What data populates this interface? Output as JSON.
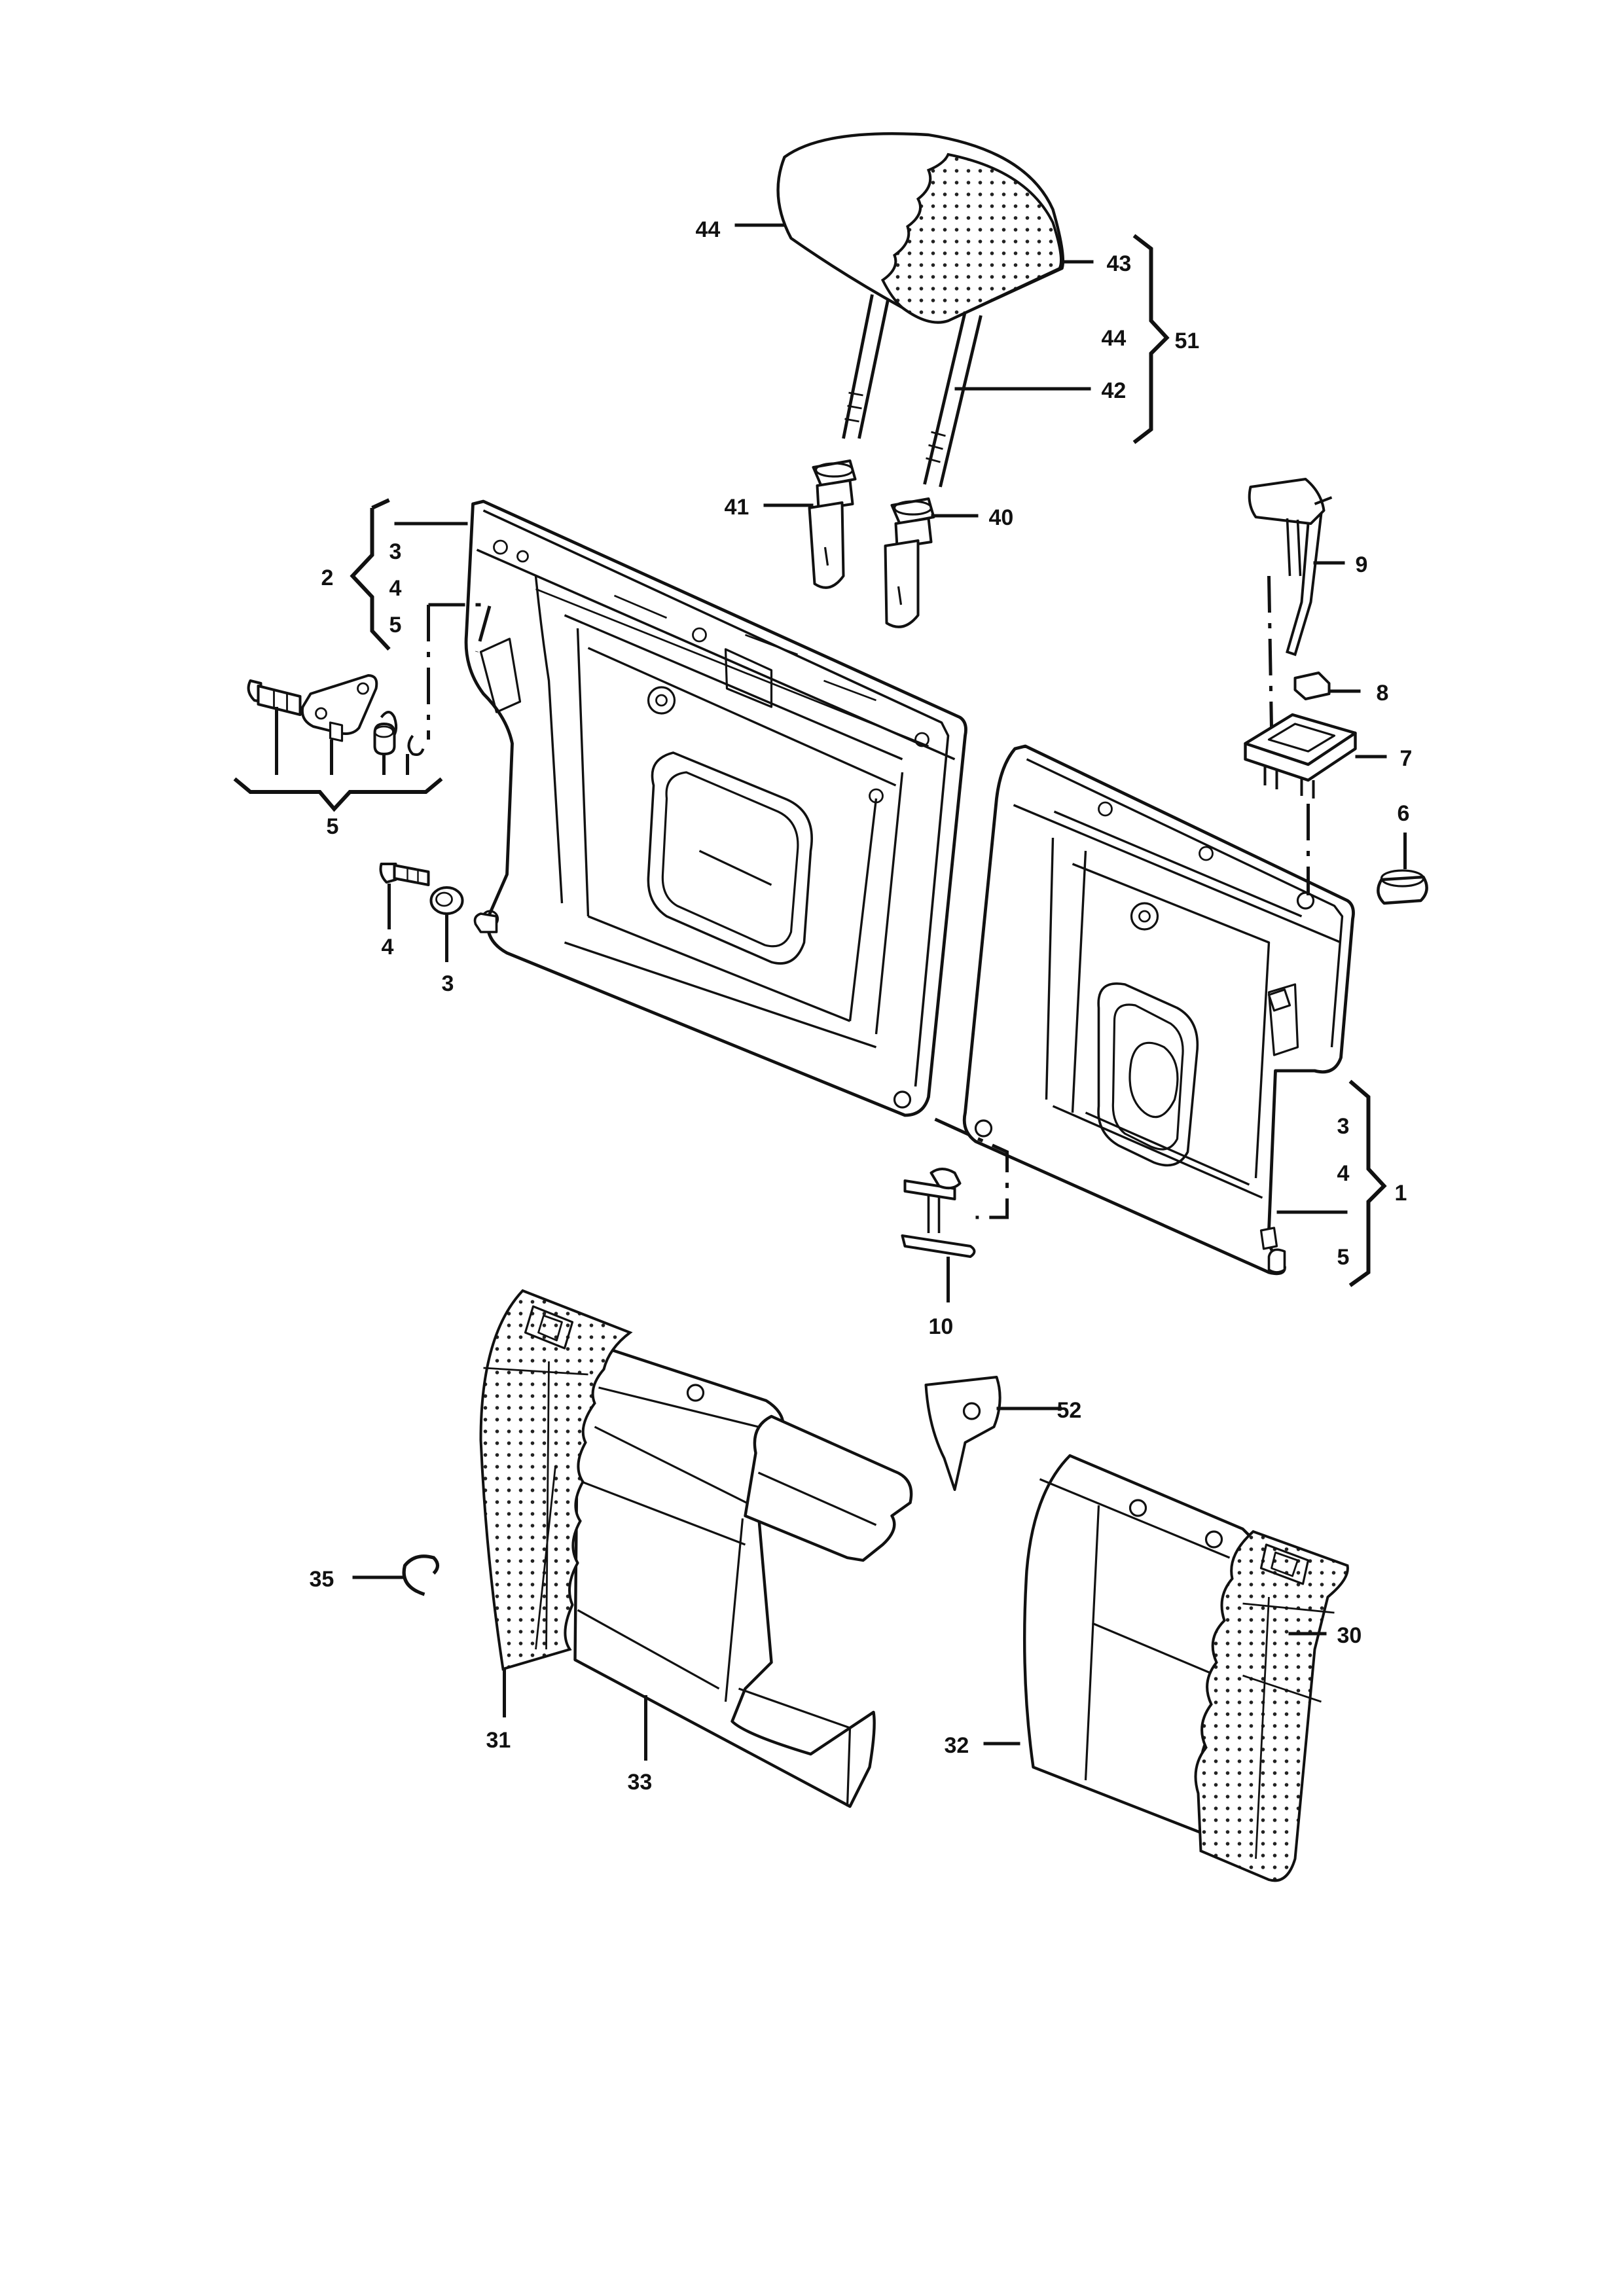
{
  "callouts": {
    "c1": "1",
    "c2": "2",
    "c3_top": "3",
    "c4_top": "4",
    "c5_top": "5",
    "c5_left": "5",
    "c4_left": "4",
    "c3_left": "3",
    "c3_right": "3",
    "c4_right": "4",
    "c5_right": "5",
    "c6": "6",
    "c7": "7",
    "c8": "8",
    "c9": "9",
    "c10": "10",
    "c30": "30",
    "c31": "31",
    "c32": "32",
    "c33": "33",
    "c35": "35",
    "c40": "40",
    "c41": "41",
    "c42": "42",
    "c43": "43",
    "c44_left": "44",
    "c44_right": "44",
    "c51": "51",
    "c52": "52"
  }
}
